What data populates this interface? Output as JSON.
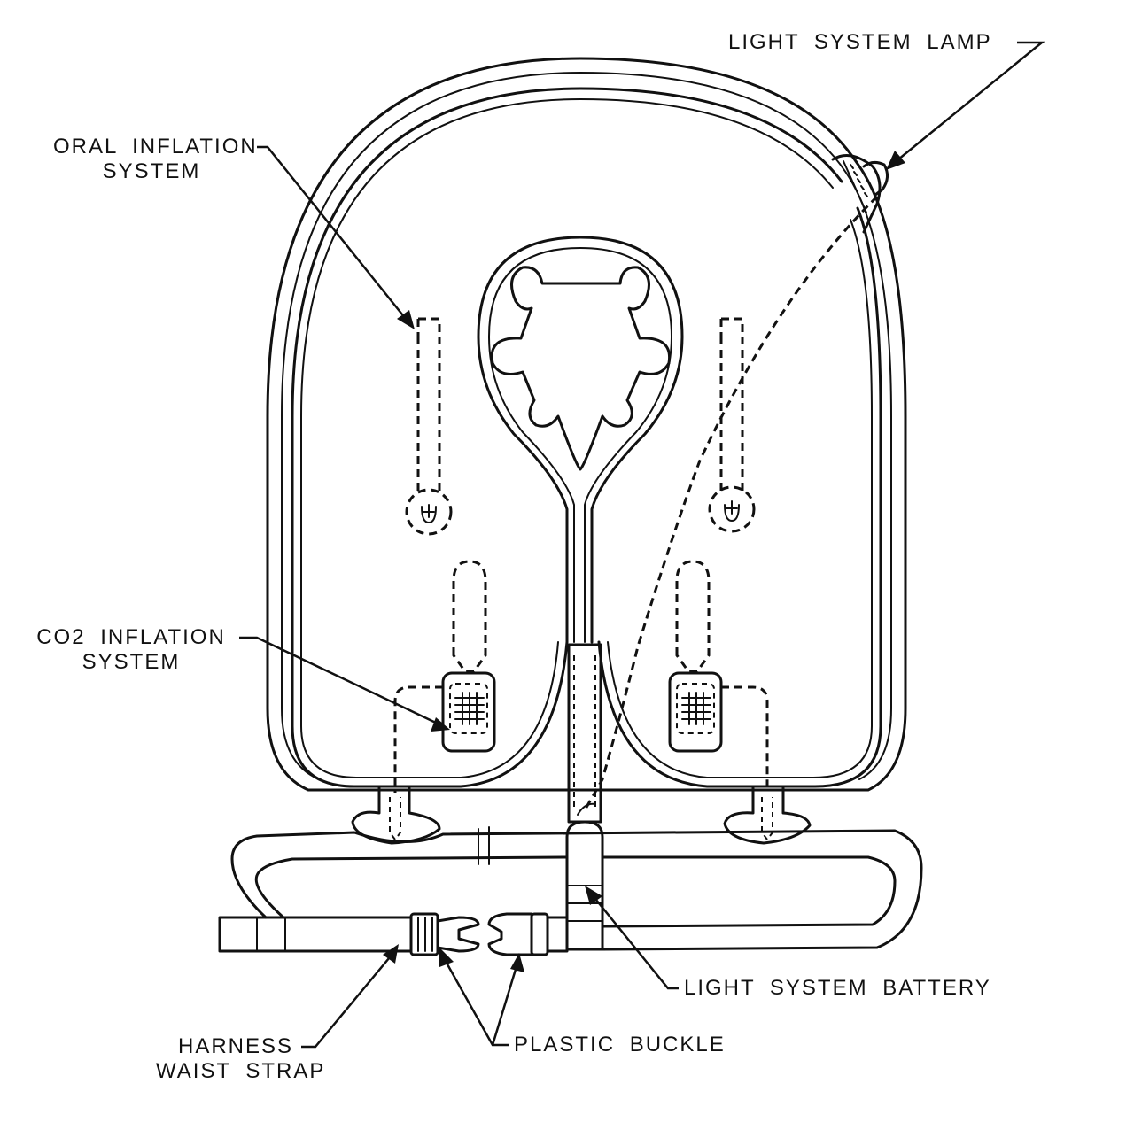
{
  "labels": {
    "light_system_lamp": "LIGHT SYSTEM LAMP",
    "oral_inflation_line1": "ORAL INFLATION",
    "oral_inflation_line2": "SYSTEM",
    "co2_inflation_line1": "CO2 INFLATION",
    "co2_inflation_line2": "SYSTEM",
    "light_system_battery": "LIGHT SYSTEM BATTERY",
    "plastic_buckle": "PLASTIC BUCKLE",
    "harness_line1": "HARNESS",
    "harness_line2": "WAIST STRAP"
  }
}
